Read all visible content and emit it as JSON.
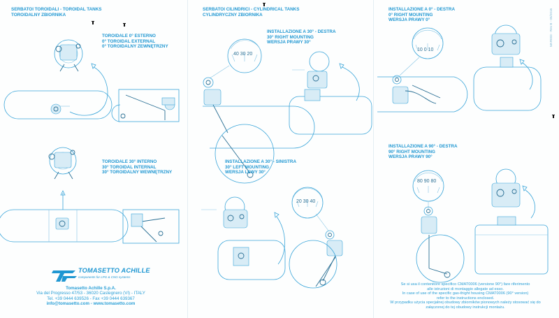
{
  "panel_left": {
    "title": [
      "SERBATOI TOROIDALI - TOROIDAL TANKS",
      "TOROIDALNY ZBIORNIKA"
    ],
    "toroidal_0": [
      "TOROIDALE 0° ESTERNO",
      "0° TOROIDAL EXTERNAL",
      "0° TOROIDALNY ZEWNĘTRZNY"
    ],
    "toroidal_30": [
      "TOROIDALE 30° INTERNO",
      "30° TOROIDAL INTERNAL",
      "30° TOROIDALNY WEWNĘTRZNY"
    ]
  },
  "panel_middle": {
    "title": [
      "SERBATOI CILINDRICI - CYLINDRICAL TANKS",
      "CYLINDRYCZNY ZBIORNIKA"
    ],
    "right_30": [
      "INSTALLAZIONE A 30° - DESTRA",
      "30° RIGHT MOUNTING",
      "WERSJA PRAWY 30°"
    ],
    "left_30": [
      "INSTALLAZIONE A 30° - SINISTRA",
      "30° LEFT MOUNTING",
      "WERSJA LEWY 30°"
    ],
    "dial_top": "40 30 20",
    "dial_bottom": "20 30 40"
  },
  "panel_right": {
    "right_0": [
      "INSTALLAZIONE A 0° - DESTRA",
      "0° RIGHT MOUNTING",
      "WERSJA PRAWY 0°"
    ],
    "right_90": [
      "INSTALLAZIONE A 90° - DESTRA",
      "90° RIGHT MOUNTING",
      "WERSJA PRAWY 90°"
    ],
    "dial_top": "10 0 10",
    "dial_bottom": "80 90 80",
    "note": [
      "Se si usa il contenitore specifico CMAT0006 (versione 90°) fare riferimento",
      "alle istruzioni di montaggio allegate ad esso.",
      "In case of use of the specific gas-thight housing CMAT0006 (90° version)",
      "refer to the instructions enclosed.",
      "W przypadku użycia specjalnej obudowy zbiorników pionowych należy stosować się do",
      "załączonej do tej obudowy instrukcji montażu."
    ],
    "doc_code": "MAR003 - Rev B - 05/2016"
  },
  "company": {
    "logo_name": "TOMASETTO ACHILLE",
    "logo_tagline": "components for LPG & CNG systems",
    "name": "Tomasetto Achille S.p.A.",
    "address": "Via del Progresso 47/53 - 36020 Castegnero (VI) - ITALY",
    "phone": "Tel. +39 0444 639526 - Fax +39 0444 639367",
    "contact": "info@tomasetto.com - www.tomasetto.com"
  },
  "colors": {
    "ink": "#1f97d2",
    "line": "#3aa5d9",
    "dark": "#2a6f94",
    "paper": "#fdfefe"
  }
}
